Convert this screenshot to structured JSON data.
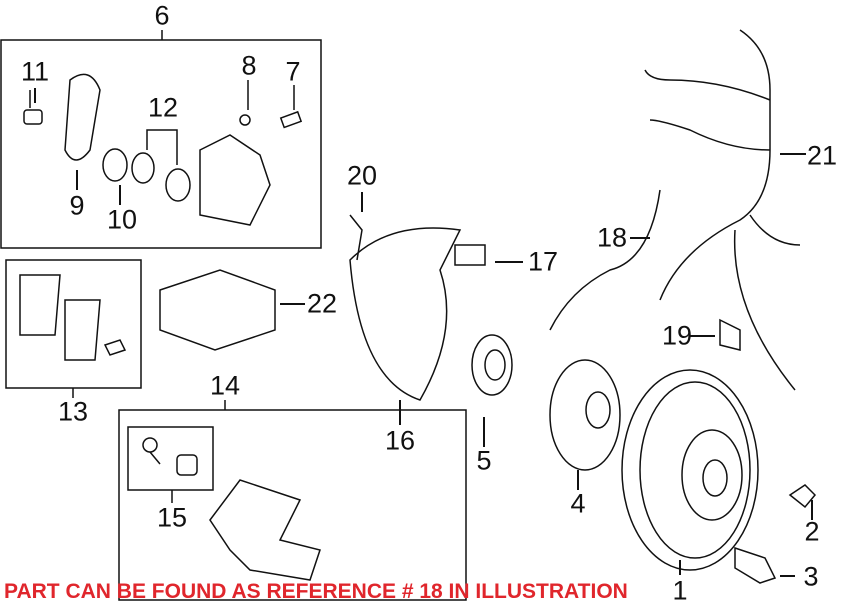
{
  "callouts": {
    "c1": "1",
    "c2": "2",
    "c3": "3",
    "c4": "4",
    "c5": "5",
    "c6": "6",
    "c7": "7",
    "c8": "8",
    "c9": "9",
    "c10": "10",
    "c11": "11",
    "c12": "12",
    "c13": "13",
    "c14": "14",
    "c15": "15",
    "c16": "16",
    "c17": "17",
    "c18": "18",
    "c19": "19",
    "c20": "20",
    "c21": "21",
    "c22": "22"
  },
  "note": "PART CAN BE FOUND AS REFERENCE # 18 IN ILLUSTRATION",
  "colors": {
    "note": "#e0262c",
    "lines": "#111111"
  }
}
